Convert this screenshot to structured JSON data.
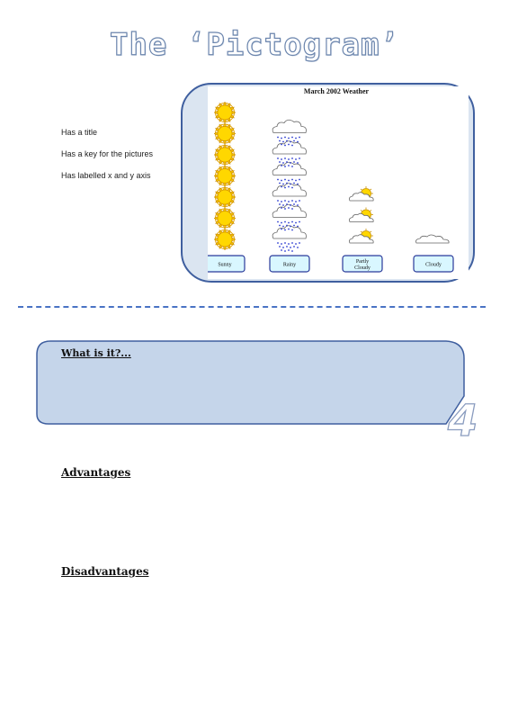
{
  "page_title": "The ‘Pictogram’",
  "features": [
    "Has a title",
    "Has a key for the pictures",
    "Has labelled x and y axis"
  ],
  "chart_data": {
    "type": "pictogram",
    "title": "March 2002 Weather",
    "categories": [
      "Sunny",
      "Rainy",
      "Partly Cloudy",
      "Cloudy"
    ],
    "values": [
      7,
      6,
      3,
      1
    ],
    "icons": [
      "sun-icon",
      "rain-cloud-icon",
      "partly-cloudy-icon",
      "cloud-icon"
    ]
  },
  "callout": {
    "title": "What is it?...",
    "number": "4"
  },
  "sections": {
    "advantages": "Advantages",
    "disadvantages": "Disadvantages"
  },
  "colors": {
    "frame_border": "#3f5f9f",
    "frame_fill": "#dbe5f1",
    "callout_fill": "#c5d5ea",
    "label_fill": "#d9f7ff",
    "divider": "#4a73c4"
  }
}
